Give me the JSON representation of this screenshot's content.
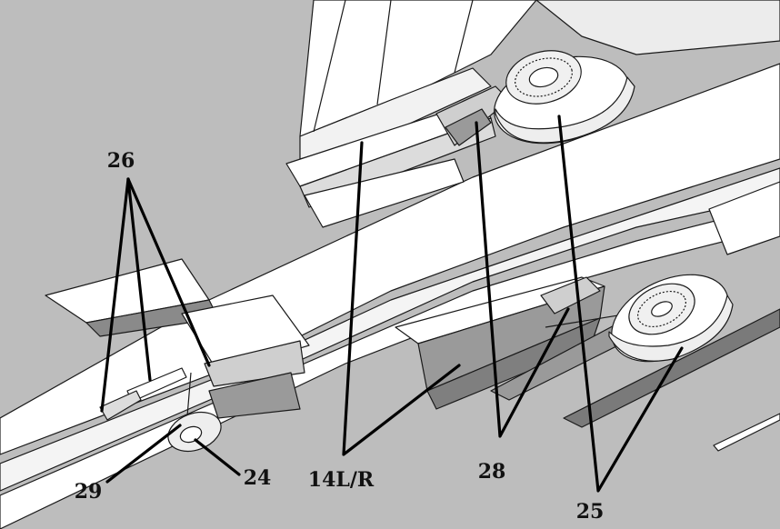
{
  "callouts": {
    "part_26": "26",
    "part_29": "29",
    "part_24": "24",
    "part_14": "14L/R",
    "part_28": "28",
    "part_25": "25"
  },
  "colors": {
    "background": "#bdbdbd",
    "surface": "#ffffff",
    "shade_light": "#e6e6e6",
    "shade_mid": "#9a9a9a",
    "shade_dark": "#7a7a7a",
    "line": "#000000"
  }
}
